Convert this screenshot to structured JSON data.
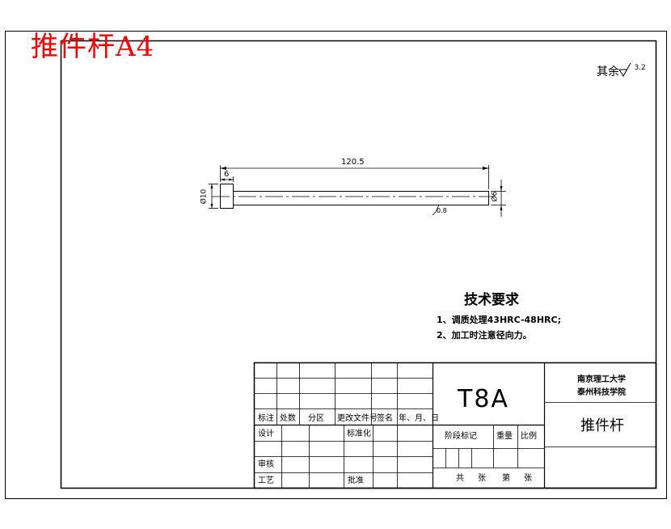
{
  "header": {
    "title": "推件杆A4"
  },
  "roughness": {
    "label": "其余",
    "value": "3.2"
  },
  "drawing": {
    "dim_length": "120.5",
    "dim_head_length": "6",
    "dim_head_diameter": "Ø10",
    "dim_rod_diameter": "Ø6",
    "roughness_mark": "0.8"
  },
  "tech": {
    "title": "技术要求",
    "items": [
      "1、调质处理43HRC-48HRC;",
      "2、加工时注意径向力。"
    ]
  },
  "title_block": {
    "change_headers": [
      "标注",
      "处数",
      "分区",
      "更改文件号",
      "签名",
      "年、月、日"
    ],
    "design": "设计",
    "standardize": "标准化",
    "review": "审核",
    "process": "工艺",
    "approve": "批准",
    "material": "T8A",
    "stage_mark": "阶段标记",
    "weight": "重量",
    "scale": "比例",
    "sheets_total": "共",
    "sheets_unit": "张",
    "sheet_no": "第",
    "sheet_unit2": "张",
    "school_line1": "南京理工大学",
    "school_line2": "泰州科技学院",
    "part_name": "推件杆"
  }
}
